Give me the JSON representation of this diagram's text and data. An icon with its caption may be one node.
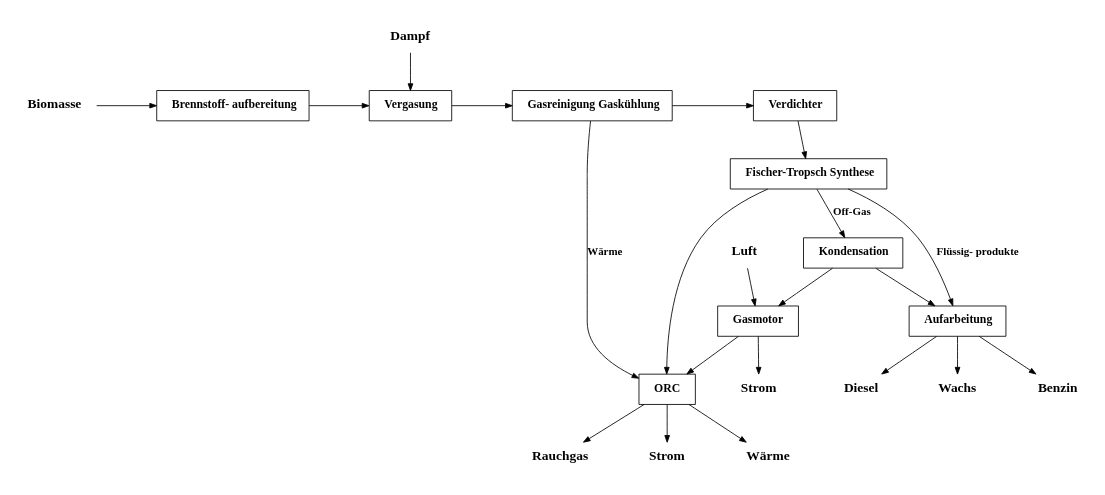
{
  "diagram": {
    "nodes": [
      {
        "text": [
          "Biomasse"
        ]
      },
      {
        "text": [
          "Brennstoff- aufbereitung"
        ]
      },
      {
        "text": [
          "Dampf"
        ]
      },
      {
        "text": [
          "Vergasung"
        ]
      },
      {
        "text": [
          "Gasreinigung Gaskühlung"
        ]
      },
      {
        "text": [
          "Verdichter"
        ]
      },
      {
        "text": [
          "Fischer-Tropsch Synthese"
        ]
      },
      {
        "text": [
          "Kondensation"
        ]
      },
      {
        "text": [
          "Gasmotor"
        ]
      },
      {
        "text": [
          "ORC"
        ]
      },
      {
        "text": [
          "Rauchgas"
        ]
      },
      {
        "text": [
          "Strom"
        ]
      },
      {
        "text": [
          "Wärme"
        ]
      },
      {
        "text": [
          "Strom"
        ]
      },
      {
        "text": [
          "Luft"
        ]
      },
      {
        "text": [
          "Aufarbeitung"
        ]
      },
      {
        "text": [
          "Benzin"
        ]
      },
      {
        "text": [
          "Diesel"
        ]
      },
      {
        "text": [
          "Wachs"
        ]
      }
    ],
    "edges": [
      {
        "from": 0,
        "to": 1,
        "arrow": "to"
      },
      {
        "from": 1,
        "to": 3,
        "arrow": "to"
      },
      {
        "from": 2,
        "to": 3,
        "arrow": "to"
      },
      {
        "from": 3,
        "to": 4,
        "arrow": "to"
      },
      {
        "from": 4,
        "to": 5,
        "arrow": "to"
      },
      {
        "from": 5,
        "to": 6,
        "arrow": "to"
      },
      {
        "from": 4,
        "to": 9,
        "arrow": "to",
        "label": "Wärme"
      },
      {
        "from": 6,
        "to": 9,
        "arrow": "to"
      },
      {
        "from": 6,
        "to": 7,
        "arrow": "to",
        "label": "Off-Gas"
      },
      {
        "from": 7,
        "to": 8,
        "arrow": "to"
      },
      {
        "from": 8,
        "to": 9,
        "arrow": "to"
      },
      {
        "from": 9,
        "to": 10,
        "arrow": "to"
      },
      {
        "from": 9,
        "to": 11,
        "arrow": "to"
      },
      {
        "from": 9,
        "to": 12,
        "arrow": "to"
      },
      {
        "from": 8,
        "to": 13,
        "arrow": "to"
      },
      {
        "from": 14,
        "to": 8,
        "arrow": "to"
      },
      {
        "from": 7,
        "to": 15,
        "arrow": "to"
      },
      {
        "from": 6,
        "to": 15,
        "arrow": "to",
        "label": "Flüssig- produkte"
      },
      {
        "from": 15,
        "to": 16,
        "arrow": "to"
      },
      {
        "from": 15,
        "to": 17,
        "arrow": "to"
      },
      {
        "from": 15,
        "to": 18,
        "arrow": "to"
      }
    ]
  }
}
